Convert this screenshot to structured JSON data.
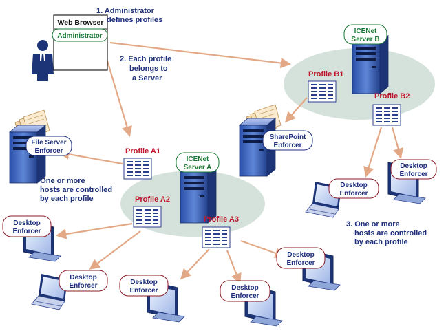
{
  "diagram": {
    "steps": {
      "step1": [
        "1. Administrator",
        "defines profiles"
      ],
      "step2": [
        "2. Each profile",
        "belongs to",
        "a Server"
      ],
      "step3_left": [
        "3. One or more",
        "hosts are controlled",
        "by each profile"
      ],
      "step3_right": [
        "3. One or more",
        "hosts are controlled",
        "by each profile"
      ]
    },
    "admin": {
      "browser_label": "Web Browser",
      "admin_label": "Administrator"
    },
    "servers": {
      "server_a": [
        "ICENet",
        "Server A"
      ],
      "server_b": [
        "ICENet",
        "Server B"
      ]
    },
    "profiles": {
      "a1": "Profile A1",
      "a2": "Profile A2",
      "a3": "Profile A3",
      "b1": "Profile B1",
      "b2": "Profile B2"
    },
    "enforcers": {
      "file_server": [
        "File Server",
        "Enforcer"
      ],
      "sharepoint": [
        "SharePoint",
        "Enforcer"
      ],
      "desktop": [
        "Desktop",
        "Enforcer"
      ]
    },
    "colors": {
      "arrow": "#e3a987",
      "ellipse": "#d5e2dc",
      "step_text": "#1d2f7a",
      "profile_text": "#c0142a",
      "server_label": "#1a7a35"
    }
  }
}
